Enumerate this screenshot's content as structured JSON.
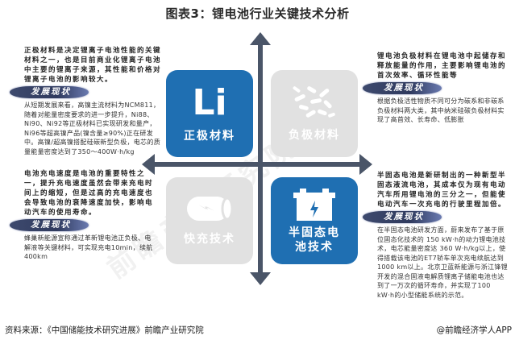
{
  "title": "图表3：锂电池行业关键技术分析",
  "colors": {
    "blue_tile": "#1f6fb2",
    "gray_tile": "#e1e1e1",
    "axis": "#4a5568",
    "badge": "#2f3a5e"
  },
  "tiles": {
    "cathode": {
      "glyph": "Li",
      "label": "正极材料",
      "icon": "lithium-symbol-icon",
      "style": "blue"
    },
    "anode": {
      "label": "负极材料",
      "icon": "particles-icon",
      "style": "gray"
    },
    "fast_charge": {
      "label": "快充技术",
      "icon": "battery-bolt-icon",
      "style": "gray"
    },
    "solid_state": {
      "label": "半固态电池技术",
      "label_line1": "半固态电",
      "label_line2": "池技术",
      "icon": "car-battery-icon",
      "style": "blue"
    }
  },
  "badge_label": "发展现状",
  "blocks": {
    "cathode": {
      "lead": "正极材料是决定锂离子电池性能的关键材料之一，也是目前商业化锂离子电池中主要的锂离子来源，其性能和价格对锂离子电池的影响较大。",
      "badge": "发展现状",
      "detail": "从短期发展来看，高镍主流材料为NCM811，随着对能量密度要求的进一步提升，Ni88、Ni90、Ni92等正极材料已实现研发和量产，Ni96等超高镍产品(镍含量≥90%)正在研发中。高镍/超高镍搭配硅碳新型负极，电芯的质量能量密度达到了350～400W·h/kg"
    },
    "fast_charge": {
      "lead": "电池充电速度是电池的重要特性之一，提升充电速度虽然会带来充电时间上的缩短，但是过高的充电速度也会导致电池的衰降速度加快，影响电动汽车的使用寿命。",
      "badge": "发展现状",
      "detail": "蜂巢新能源宣称通过革新锂电池正负极、电解液等关键材料，可实现充电10min，续航400km"
    },
    "anode": {
      "lead": "锂电池负极材料在锂电池中起储存和释放能量的作用，主要影响锂电池的首次效率、循环性能等",
      "badge": "发展现状",
      "detail": "根据负极活性物质不同可分为碳系和非碳系负极材料两大类，其中纳米硅碳负极材料实现了高首效、长寿命、低膨胀"
    },
    "solid_state": {
      "lead": "半固态电池是新研制出的一种新型半固态液流电池，其成本仅为现有电动汽车所用锂电池的三分之一，但能使电动汽车一次充电的行驶里程加倍。",
      "badge": "发展现状",
      "detail": "在半固态电池研发方面，蔚来发布了基于原位固态化技术的 150 kW·h的动力锂电池技术，电芯能量密度达 360 W·h/kg以上，使得搭载该电池的ET7轿车单次充电续航达到1000 km以上。北京卫蓝新能源与浙江锋锂开发的混合固液电解质锂离子储能电池也达到了一万次的循环寿命，并实现了100 kW·h的小型储能系统的示范。"
    }
  },
  "footer": {
    "source": "资料来源：《中国储能技术研究进展》前瞻产业研究院",
    "credit": "@前瞻经济学人APP"
  },
  "watermark": "前瞻产业研究院"
}
